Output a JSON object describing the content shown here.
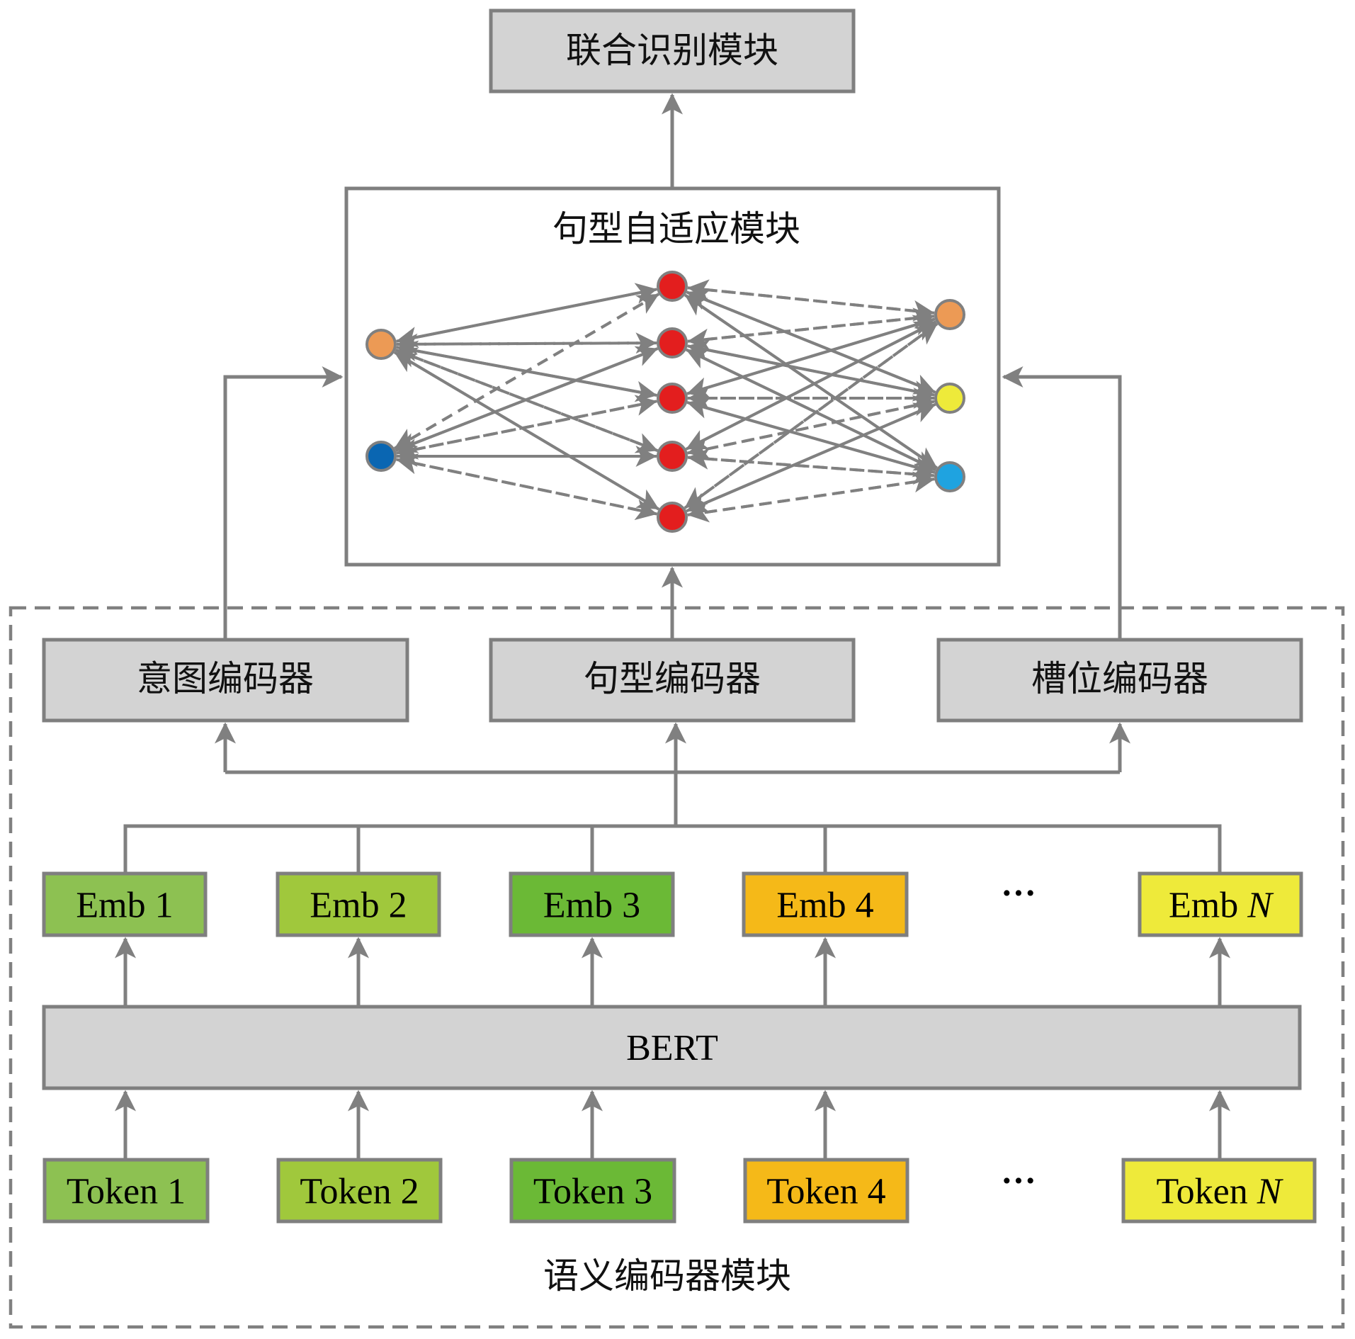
{
  "diagram": {
    "top_module": {
      "label": "联合识别模块"
    },
    "adaptive_module": {
      "label": "句型自适应模块",
      "left_nodes": [
        {
          "color": "#ec9a55"
        },
        {
          "color": "#0a66b2"
        }
      ],
      "middle_nodes": [
        {
          "color": "#e31e1e"
        },
        {
          "color": "#e31e1e"
        },
        {
          "color": "#e31e1e"
        },
        {
          "color": "#e31e1e"
        },
        {
          "color": "#e31e1e"
        }
      ],
      "right_nodes": [
        {
          "color": "#ec9a55"
        },
        {
          "color": "#eeea3a"
        },
        {
          "color": "#1fa3e0"
        }
      ]
    },
    "semantic_module": {
      "label": "语义编码器模块",
      "encoders": [
        {
          "label": "意图编码器"
        },
        {
          "label": "句型编码器"
        },
        {
          "label": "槽位编码器"
        }
      ],
      "bert": {
        "label": "BERT"
      },
      "embeddings": [
        {
          "prefix": "Emb ",
          "index": "1",
          "italic": false,
          "color": "#8dc152"
        },
        {
          "prefix": "Emb ",
          "index": "2",
          "italic": false,
          "color": "#a0c83c"
        },
        {
          "prefix": "Emb ",
          "index": "3",
          "italic": false,
          "color": "#6bb936"
        },
        {
          "prefix": "Emb ",
          "index": "4",
          "italic": false,
          "color": "#f5b918"
        },
        {
          "prefix": "Emb ",
          "index": "N",
          "italic": true,
          "color": "#eeea3a"
        }
      ],
      "tokens": [
        {
          "prefix": "Token ",
          "index": "1",
          "italic": false,
          "color": "#8dc152"
        },
        {
          "prefix": "Token ",
          "index": "2",
          "italic": false,
          "color": "#a0c83c"
        },
        {
          "prefix": "Token ",
          "index": "3",
          "italic": false,
          "color": "#6bb936"
        },
        {
          "prefix": "Token ",
          "index": "4",
          "italic": false,
          "color": "#f5b918"
        },
        {
          "prefix": "Token ",
          "index": "N",
          "italic": true,
          "color": "#eeea3a"
        }
      ],
      "ellipsis": "···"
    }
  }
}
